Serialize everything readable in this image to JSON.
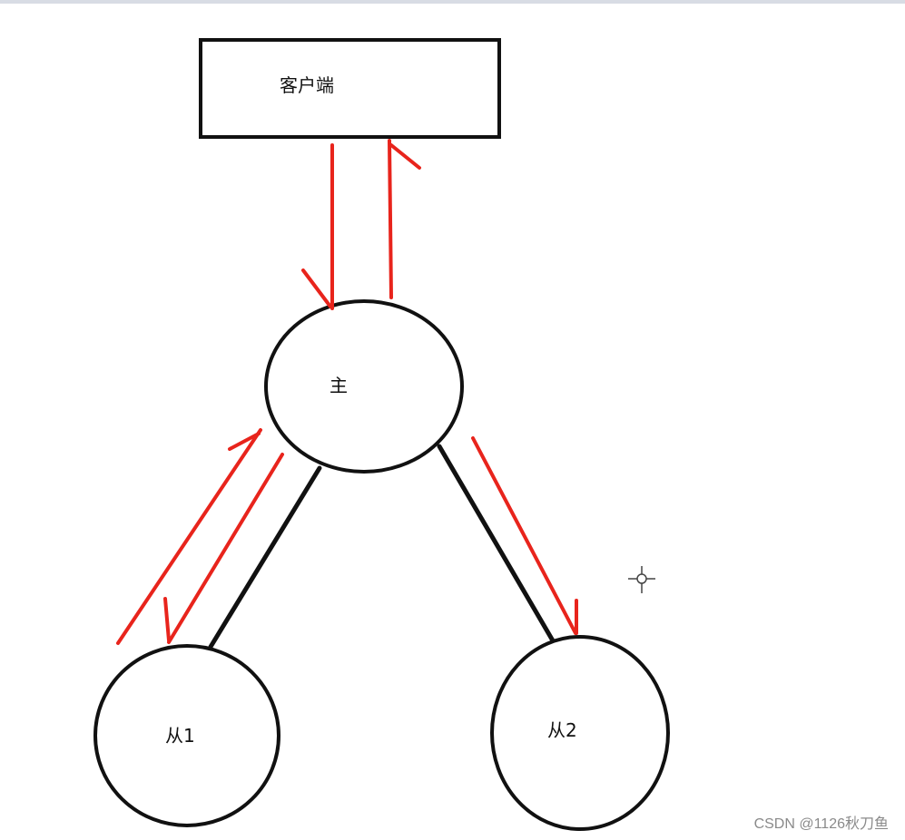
{
  "nodes": {
    "client": {
      "label": "客户端"
    },
    "master": {
      "label": "主"
    },
    "slave1": {
      "label": "从1"
    },
    "slave2": {
      "label": "从2"
    }
  },
  "colors": {
    "stroke": "#111111",
    "arrow": "#e8241c",
    "background": "#ffffff"
  },
  "watermark": "CSDN @1126秋刀鱼"
}
